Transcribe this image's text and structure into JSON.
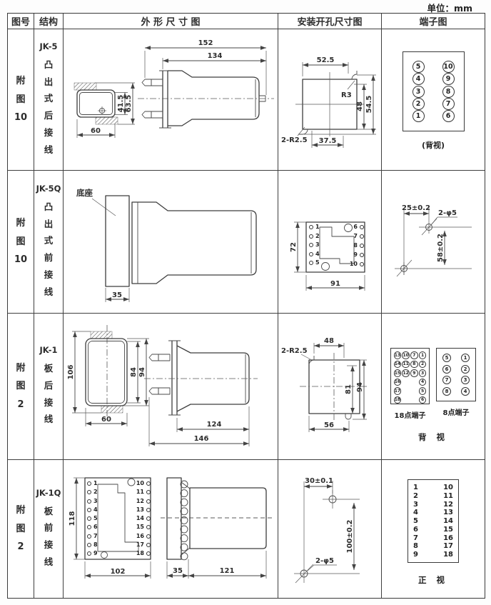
{
  "unit_label": "单位：mm",
  "headers": {
    "figure": "图号",
    "structure": "结构",
    "outline": "外 形 尺 寸 图",
    "mounting": "安装开孔尺寸图",
    "terminal": "端子图"
  },
  "rows": [
    {
      "figure": "附图10",
      "model": "JK-5",
      "structure": "凸出式后接线",
      "outline": {
        "w": "60",
        "h_inner": "41.5",
        "h_outer": "63.5",
        "len_outer": "152",
        "len_inner": "134"
      },
      "mounting": {
        "w_top": "52.5",
        "r_corner": "R3",
        "h_inner": "48",
        "h_outer": "54.5",
        "holes": "2-R2.5",
        "w_bottom": "37.5"
      },
      "terminal": {
        "points": [
          "5",
          "10",
          "4",
          "9",
          "3",
          "8",
          "2",
          "7",
          "1",
          "6"
        ],
        "caption": "(背视)"
      }
    },
    {
      "figure": "附图10",
      "model": "JK-5Q",
      "structure": "凸出式前接线",
      "outline": {
        "base_label": "底座",
        "base_depth": "35"
      },
      "mounting": {
        "h": "72",
        "w": "91",
        "left_points": [
          "1",
          "2",
          "3",
          "4",
          "5"
        ],
        "right_points": [
          "6",
          "7",
          "8",
          "9",
          "10"
        ]
      },
      "terminal": {
        "w_top": "25±0.2",
        "holes": "2-φ5",
        "h": "58±0.2"
      }
    },
    {
      "figure": "附图2",
      "model": "JK-1",
      "structure": "板后接线",
      "outline": {
        "h_total": "106",
        "h_inner": "84",
        "h_outer": "94",
        "w": "60",
        "len_inner": "124",
        "len_outer": "146"
      },
      "mounting": {
        "holes": "2-R2.5",
        "w_top": "48",
        "h_inner": "81",
        "h_outer": "94",
        "w_bottom": "56"
      },
      "terminal": {
        "points18": [
          "13",
          "10",
          "7",
          "1",
          "14",
          "11",
          "8",
          "2",
          "15",
          "12",
          "9",
          "3",
          "16",
          "",
          "",
          "4",
          "17",
          "",
          "",
          "5",
          "18",
          "",
          "",
          "6"
        ],
        "caption18": "18点端子",
        "points8": [
          "5",
          "1",
          "6",
          "2",
          "7",
          "3",
          "8",
          "4"
        ],
        "caption8": "8点端子",
        "caption": "背 视"
      }
    },
    {
      "figure": "附图2",
      "model": "JK-1Q",
      "structure": "板前接线",
      "outline": {
        "h": "118",
        "w": "102",
        "left_points": [
          "1",
          "2",
          "3",
          "4",
          "5",
          "6",
          "7",
          "8",
          "9"
        ],
        "right_points": [
          "10",
          "11",
          "12",
          "13",
          "14",
          "15",
          "16",
          "17",
          "18"
        ],
        "base_depth": "35",
        "body_len": "121"
      },
      "mounting": {
        "w_top": "30±0.1",
        "h": "100±0.2",
        "holes": "2-φ5"
      },
      "terminal": {
        "left_points": [
          "1",
          "2",
          "3",
          "4",
          "5",
          "6",
          "7",
          "8",
          "9"
        ],
        "right_points": [
          "10",
          "11",
          "12",
          "13",
          "14",
          "15",
          "16",
          "17",
          "18"
        ],
        "caption": "正 视"
      }
    }
  ]
}
